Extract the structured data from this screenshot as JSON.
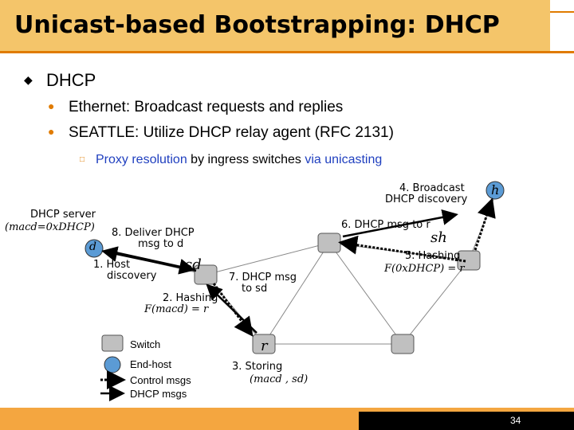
{
  "slide": {
    "title": "Unicast-based Bootstrapping: DHCP",
    "page_number": "34"
  },
  "bullets": {
    "level1": "DHCP",
    "level2": [
      "Ethernet: Broadcast requests and replies",
      "SEATTLE: Utilize DHCP relay agent (RFC 2131)"
    ],
    "level3": {
      "part1": "Proxy resolution",
      "part2": " by ingress switches ",
      "part3": "via unicasting"
    }
  },
  "diagram": {
    "dhcp_server_label": "DHCP server",
    "dhcp_server_mac": "(macd=0xDHCP)",
    "node_d": "d",
    "node_sd": "sd",
    "node_r": "r",
    "node_sh": "sh",
    "node_h": "h",
    "step1": "1. Host discovery",
    "step1_line1": "1. Host",
    "step1_line2": "discovery",
    "step2_line1": "2. Hashing",
    "step2_line2": "F(macd) = r",
    "step3_line1": "3. Storing",
    "step3_line2": "(macd , sd)",
    "step4_line1": "4. Broadcast",
    "step4_line2": "DHCP discovery",
    "step5_line1": "5. Hashing",
    "step5_line2": "F(0xDHCP) = r",
    "step6": "6. DHCP msg to r",
    "step7_line1": "7. DHCP msg",
    "step7_line2": "to sd",
    "step8_line1": "8. Deliver DHCP",
    "step8_line2": "msg to d"
  },
  "legend": {
    "switch": "Switch",
    "end_host": "End-host",
    "control_msgs": "Control msgs",
    "dhcp_msgs": "DHCP msgs"
  },
  "colors": {
    "title_band": "#f4c56a",
    "accent": "#e07b00",
    "link_blue": "#1f3fbf",
    "switch_fill": "#c0c0c0",
    "host_fill": "#5b9bd5"
  }
}
